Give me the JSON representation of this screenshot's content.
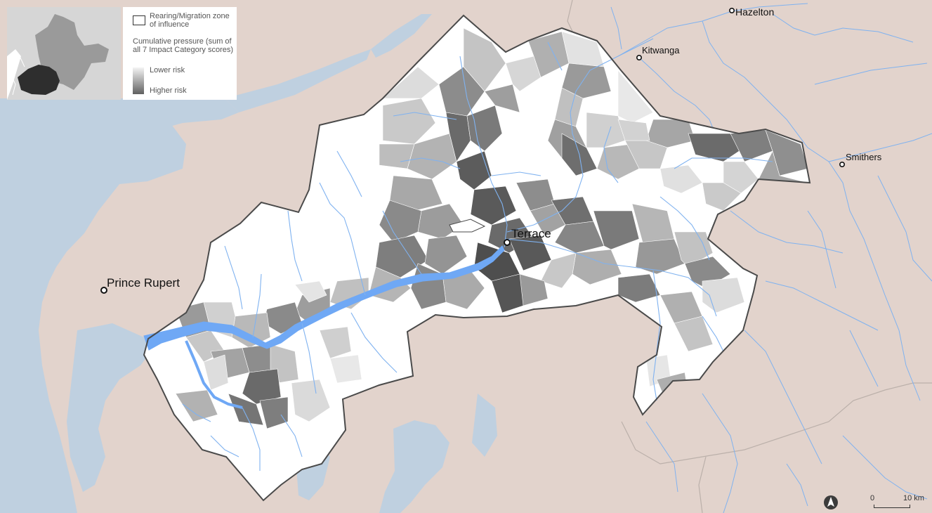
{
  "map": {
    "cities": [
      {
        "name": "Hazelton"
      },
      {
        "name": "Kitwanga"
      },
      {
        "name": "Smithers"
      },
      {
        "name": "Terrace"
      },
      {
        "name": "Prince Rupert"
      }
    ]
  },
  "legend": {
    "zone_label": "Rearing/Migration zone of influence",
    "title": "Cumulative pressure (sum of all 7 Impact Category scores)",
    "low_label": "Lower risk",
    "high_label": "Higher risk",
    "ramp_colors": [
      "#f4f4f4",
      "#606060"
    ]
  },
  "scale": {
    "zero": "0",
    "end": "10 km"
  },
  "colors": {
    "land": "#e2d3cc",
    "water": "#bfd0e0",
    "river": "#7fb2f0",
    "main_river": "#6fa8f5",
    "boundary": "#4a4a4a"
  }
}
